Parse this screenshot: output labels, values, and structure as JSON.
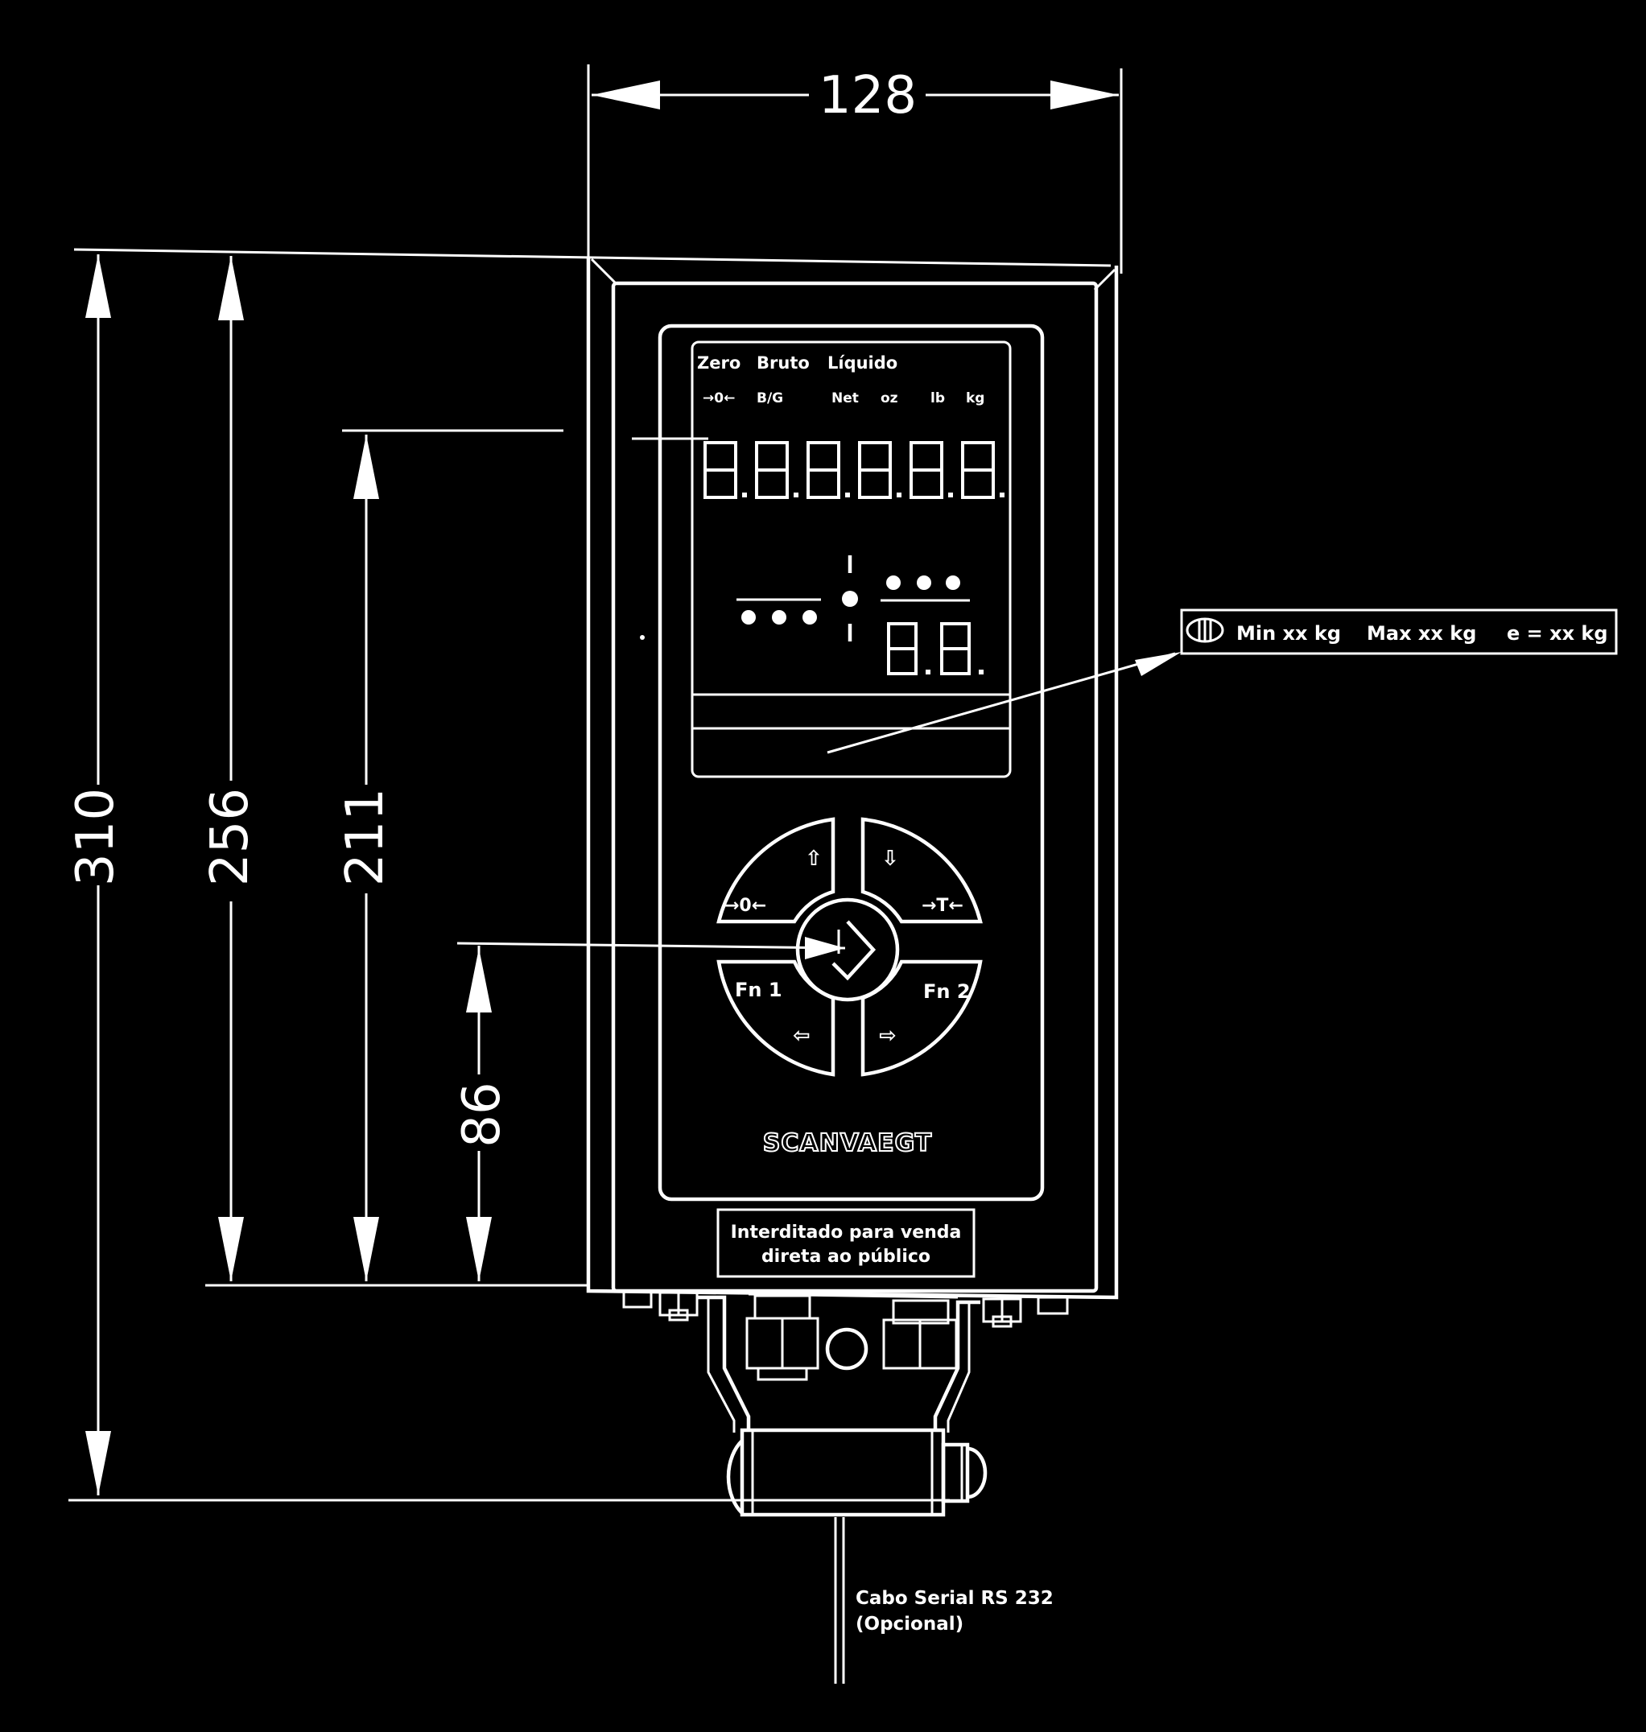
{
  "dimensions": {
    "width_128": "128",
    "height_310": "310",
    "height_256": "256",
    "height_211": "211",
    "height_86": "86"
  },
  "display": {
    "mode_labels": [
      "Zero",
      "Bruto",
      "Líquido"
    ],
    "indicators": [
      "→0←",
      "B/G",
      "Net",
      "oz",
      "lb",
      "kg"
    ]
  },
  "keypad": {
    "zero_key": "→0←",
    "tare_key": "→T←",
    "fn1_key": "Fn 1",
    "fn2_key": "Fn 2"
  },
  "brand": "SCANVAEGT",
  "info_plate": {
    "min": "Min xx kg",
    "max": "Max xx kg",
    "e": "e = xx kg"
  },
  "notice": {
    "line1": "Interditado para venda",
    "line2": "direta ao público"
  },
  "cable_note": {
    "line1": "Cabo Serial RS 232",
    "line2": "(Opcional)"
  },
  "colors": {
    "background": "#000000",
    "line": "#ffffff"
  }
}
